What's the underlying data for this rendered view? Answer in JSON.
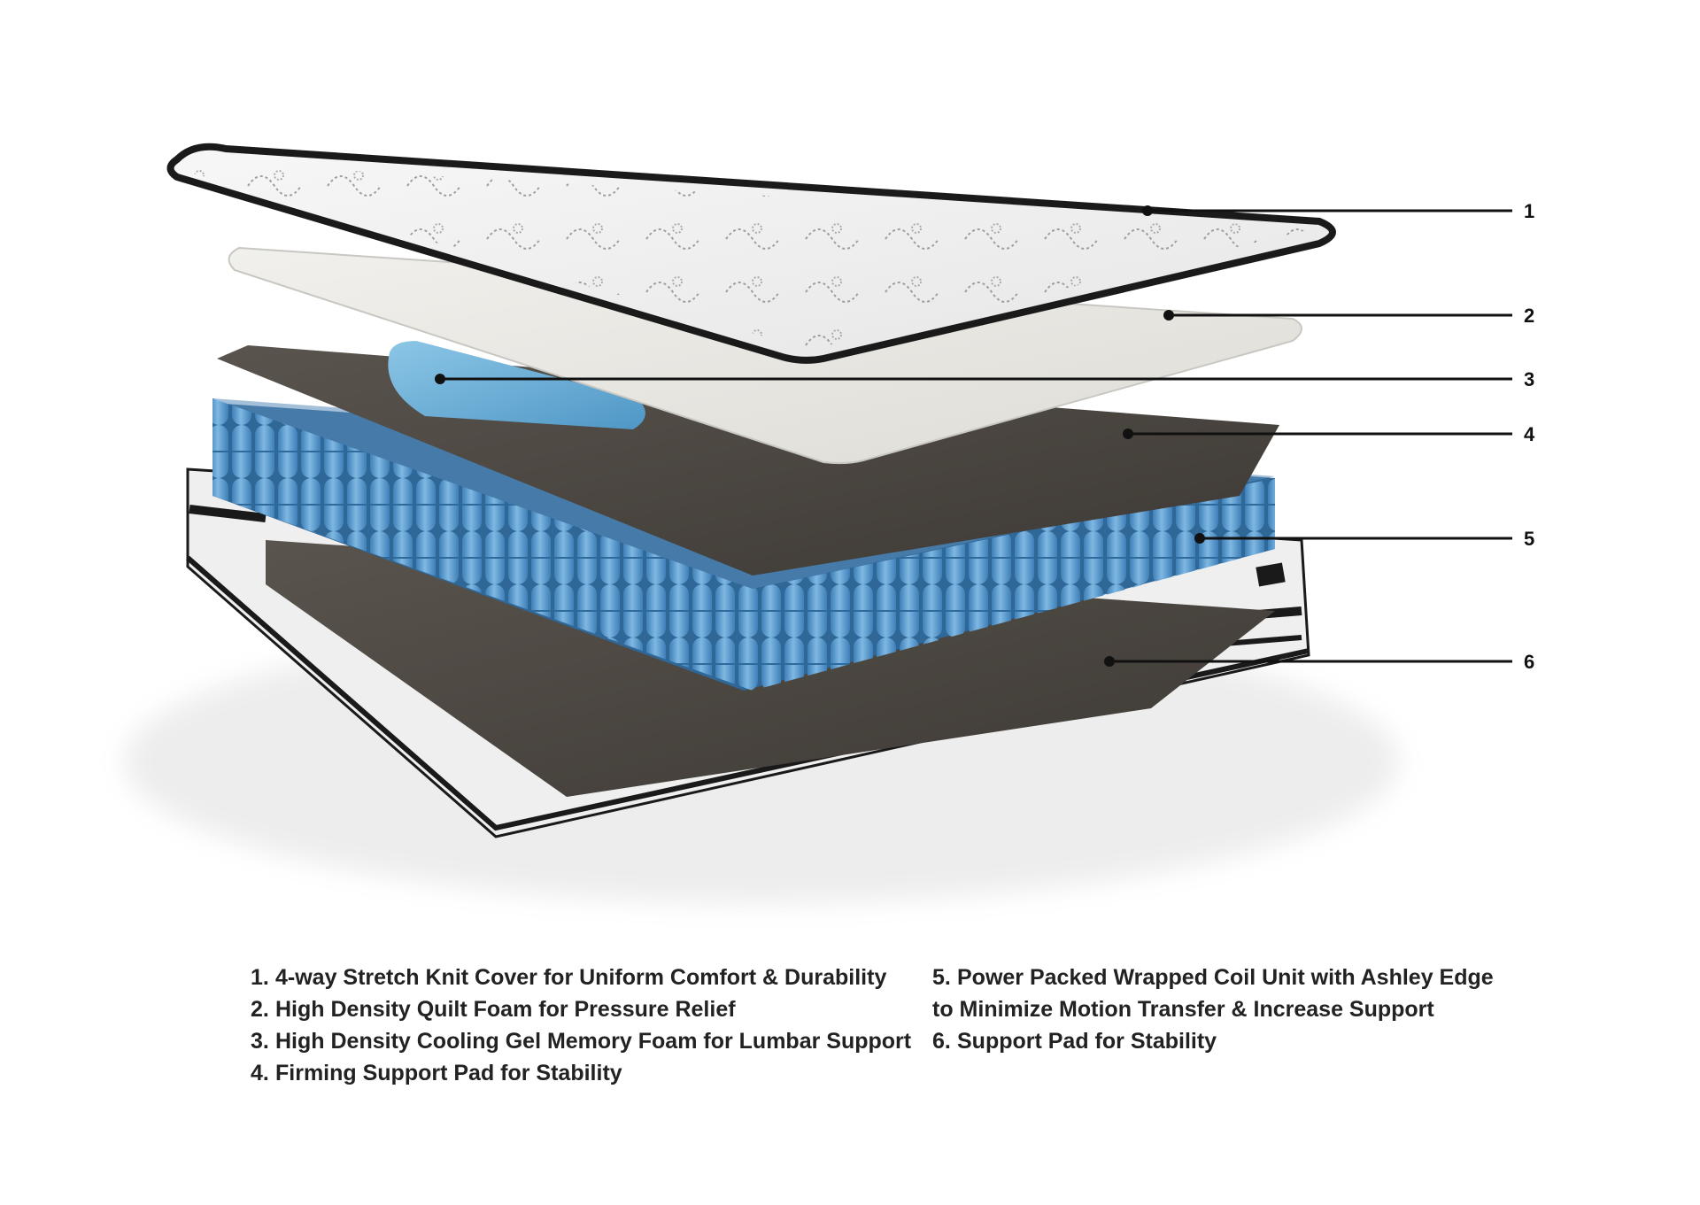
{
  "callouts": [
    {
      "number": "1"
    },
    {
      "number": "2"
    },
    {
      "number": "3"
    },
    {
      "number": "4"
    },
    {
      "number": "5"
    },
    {
      "number": "6"
    }
  ],
  "legend": {
    "left": [
      {
        "number": "1.",
        "text": "4-way Stretch Knit Cover for Uniform Comfort & Durability"
      },
      {
        "number": "2.",
        "text": "High Density Quilt Foam for Pressure Relief"
      },
      {
        "number": "3.",
        "text": "High Density Cooling Gel Memory Foam for Lumbar Support"
      },
      {
        "number": "4.",
        "text": "Firming Support Pad for Stability"
      }
    ],
    "right": [
      {
        "number": "5.",
        "text": "Power Packed Wrapped Coil Unit with Ashley Edge",
        "continuation": "to Minimize Motion Transfer & Increase Support"
      },
      {
        "number": "6.",
        "text": "Support Pad for Stability"
      }
    ]
  },
  "colors": {
    "coil_blue": "#5b9bd0",
    "felt_pad": "#4a4540",
    "foam": "#ecebe7",
    "gel": "#6fb3d8",
    "cover_border": "#1a1a1a"
  }
}
